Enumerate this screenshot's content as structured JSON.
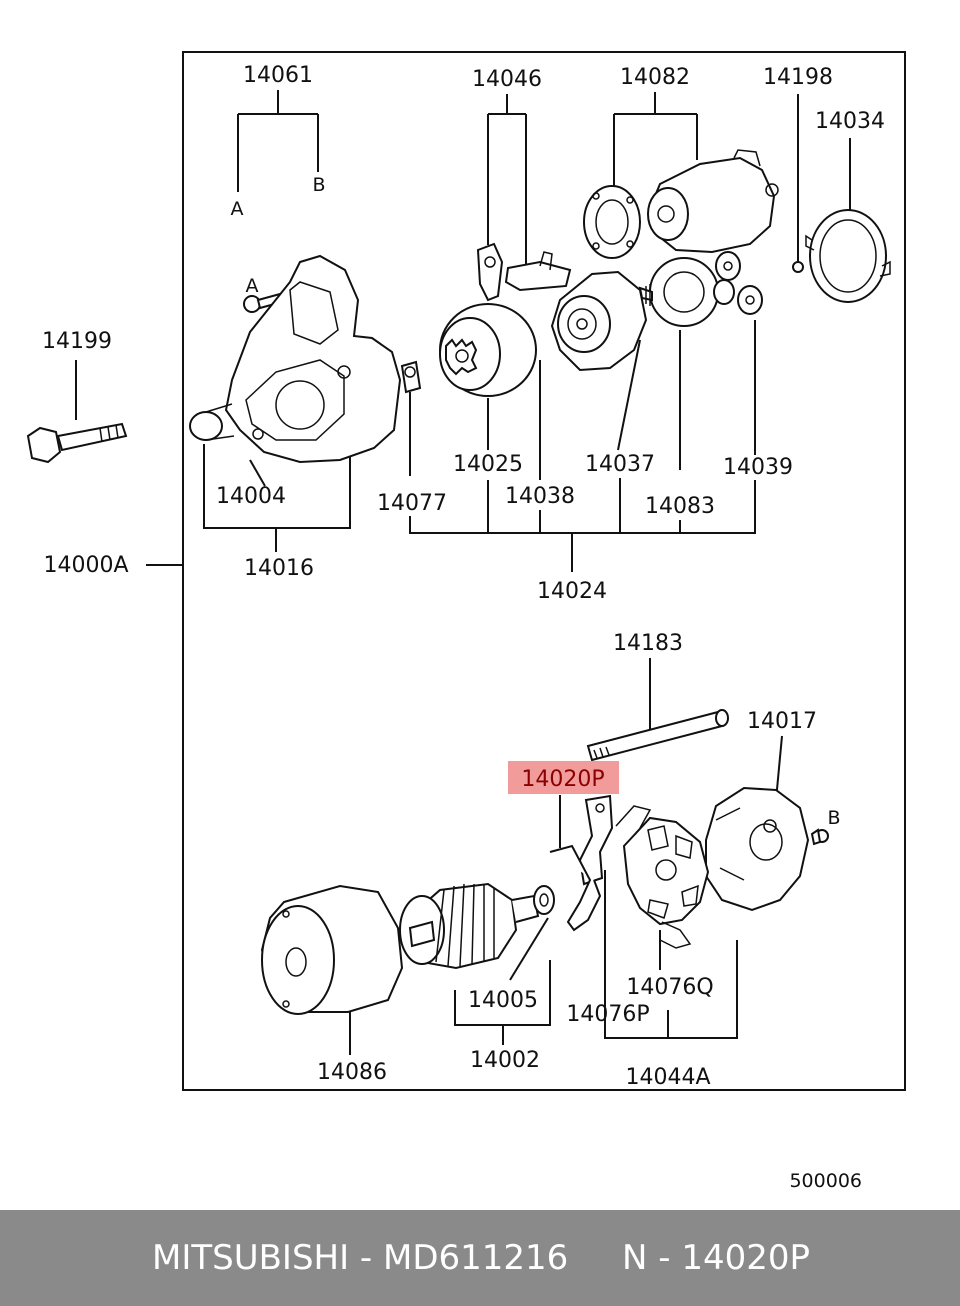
{
  "diagram": {
    "labels": {
      "p14061": "14061",
      "p14046": "14046",
      "p14082": "14082",
      "p14198": "14198",
      "p14034": "14034",
      "p14199": "14199",
      "p14025": "14025",
      "p14037": "14037",
      "p14039": "14039",
      "p14004": "14004",
      "p14077": "14077",
      "p14038": "14038",
      "p14083": "14083",
      "p14000A": "14000A",
      "p14016": "14016",
      "p14024": "14024",
      "p14183": "14183",
      "p14017": "14017",
      "p14020P": "14020P",
      "p14005": "14005",
      "p14076Q": "14076Q",
      "p14076P": "14076P",
      "p14086": "14086",
      "p14002": "14002",
      "p14044A": "14044A",
      "refA1": "A",
      "refB1": "B",
      "refA2": "A",
      "refB2": "B"
    },
    "figure_code": "500006",
    "highlight_color": "#f29b9b"
  },
  "footer": {
    "brand_part": "MITSUBISHI - MD611216",
    "ref_code": "N - 14020P"
  }
}
